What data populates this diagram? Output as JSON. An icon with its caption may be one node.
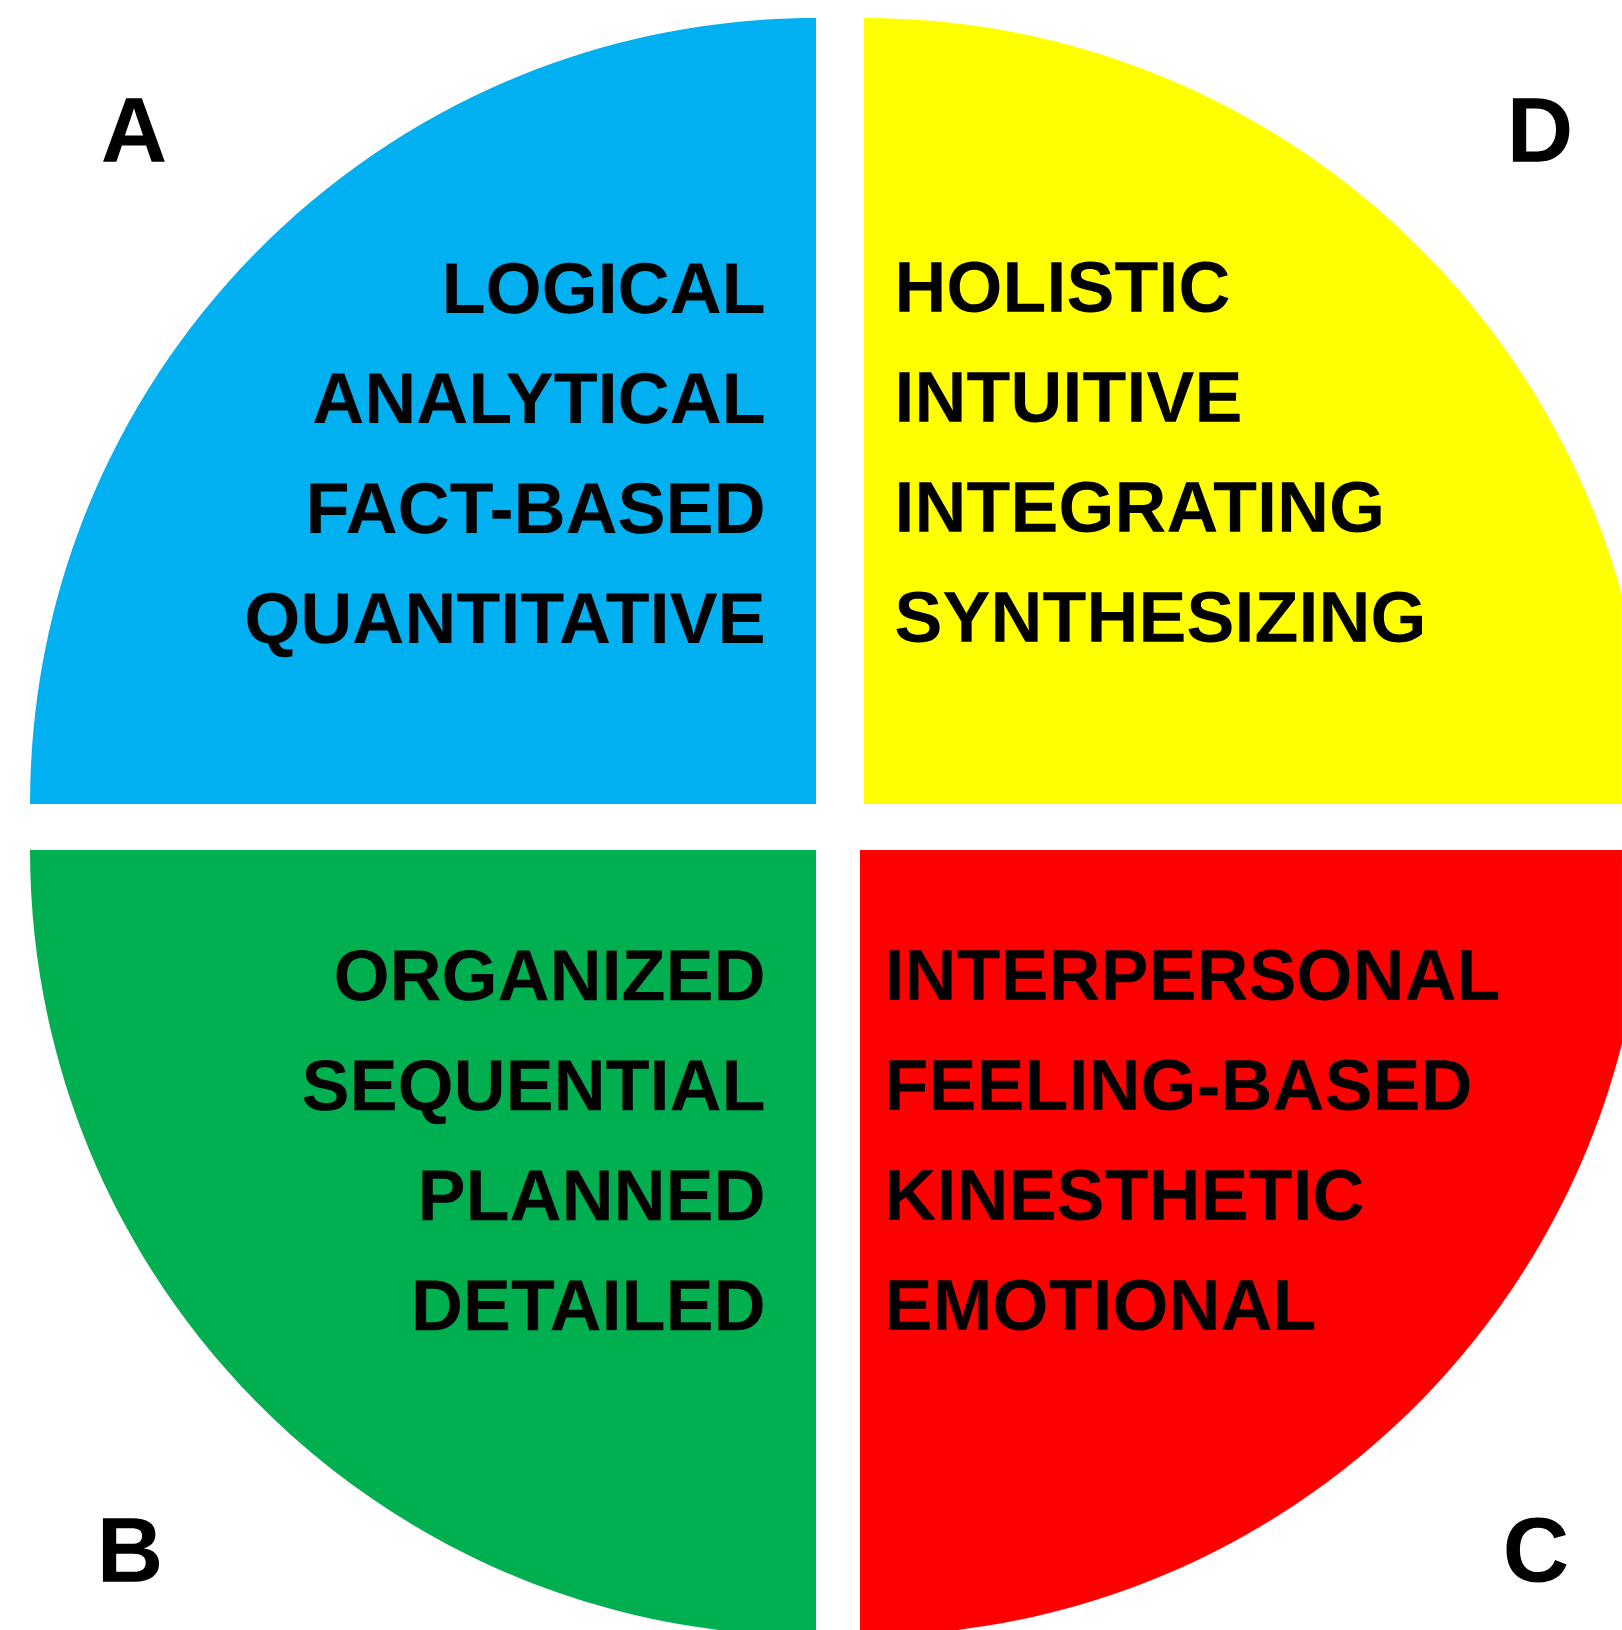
{
  "diagram": {
    "nodes": [
      {
        "text": [
          "A",
          "LOGICAL ANALYTICAL FACT-BASED QUANTITATIVE"
        ]
      },
      {
        "text": [
          "D",
          "HOLISTIC INTUITIVE INTEGRATING SYNTHESIZING"
        ]
      },
      {
        "text": [
          "B",
          "ORGANIZED SEQUENTIAL PLANNED DETAILED"
        ]
      },
      {
        "text": [
          "C",
          "INTERPERSONAL FEELING-BASED KINESTHETIC EMOTIONAL"
        ]
      }
    ]
  }
}
